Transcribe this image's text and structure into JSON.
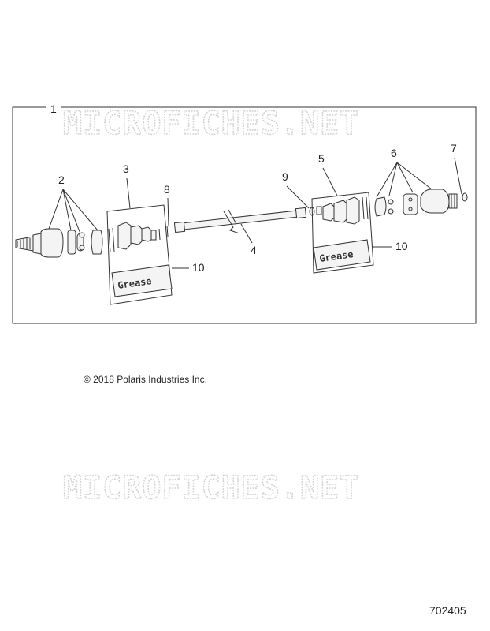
{
  "watermark": "MICROFICHES.NET",
  "callouts": [
    "1",
    "2",
    "3",
    "4",
    "5",
    "6",
    "7",
    "8",
    "9",
    "10",
    "10"
  ],
  "grease_labels": [
    "Grease",
    "Grease"
  ],
  "copyright": "© 2018 Polaris Industries Inc.",
  "document_number": "702405"
}
